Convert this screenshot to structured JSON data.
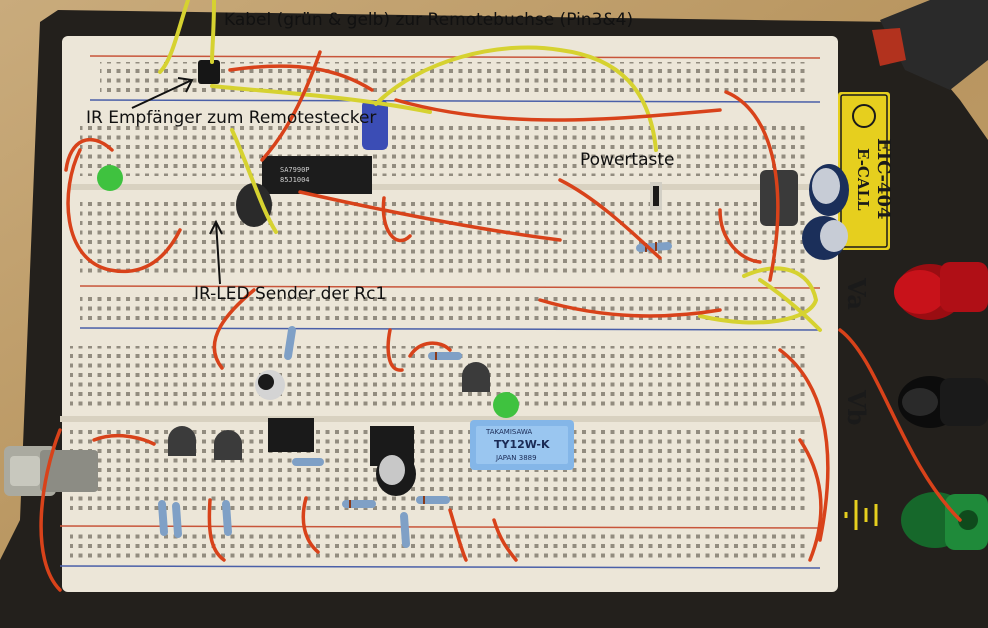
{
  "annotations": {
    "cable": "Kabel (grün & gelb) zur Remotebuchse (Pin3&4)",
    "ir_receiver": "IR Empfänger zum Remotestecker",
    "power_button": "Powertaste",
    "ir_led": "IR-LED Sender der Rc1"
  },
  "board": {
    "brand": "E-CALL",
    "model": "EIC-404",
    "terminal_a": "Va",
    "terminal_b": "Vb"
  },
  "relay": {
    "brand": "TAKAMISAWA",
    "model": "TY12W-K",
    "origin": "JAPAN 3889"
  },
  "colors": {
    "base": "#23201c",
    "breadboard": "#ece6d8",
    "wire_red": "#d8421a",
    "wire_yellow": "#d6d230",
    "rail_red": "#c8553a",
    "rail_blue": "#4a5fa8",
    "label_yellow": "#e6cf1e",
    "post_red": "#c8121a",
    "post_black": "#141414",
    "post_green": "#1f8a3a"
  }
}
